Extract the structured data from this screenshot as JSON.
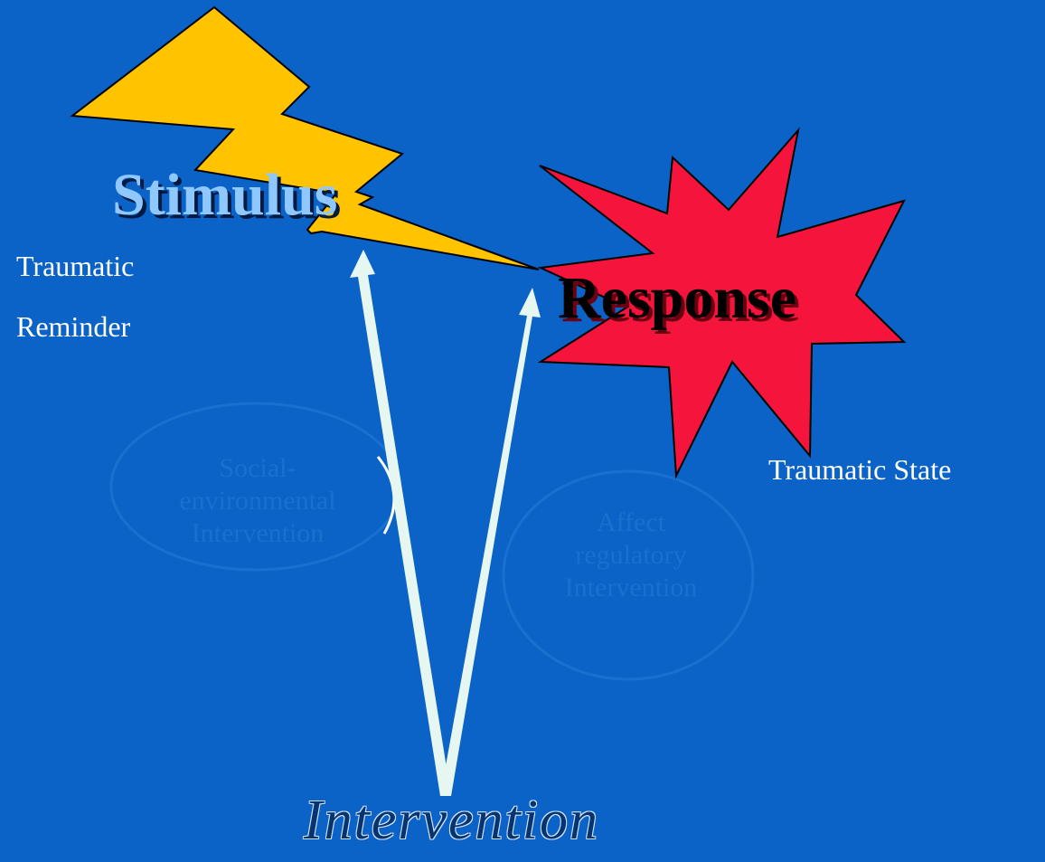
{
  "diagram": {
    "stimulus_title": "Stimulus",
    "stimulus_sub_1": "Traumatic",
    "stimulus_sub_2": "Reminder",
    "response_title": "Response",
    "response_sub": "Traumatic State",
    "intervention_label": "Intervention",
    "faint_left_lines": [
      "Social-",
      "environmental",
      "Intervention"
    ],
    "faint_right_lines": [
      "Affect",
      "regulatory",
      "Intervention"
    ]
  },
  "colors": {
    "background": "#0b63c8",
    "bolt": "#ffc300",
    "starburst": "#f5143c",
    "arrows": "#e6f7f2",
    "faint_ellipse": "#1667c8"
  }
}
